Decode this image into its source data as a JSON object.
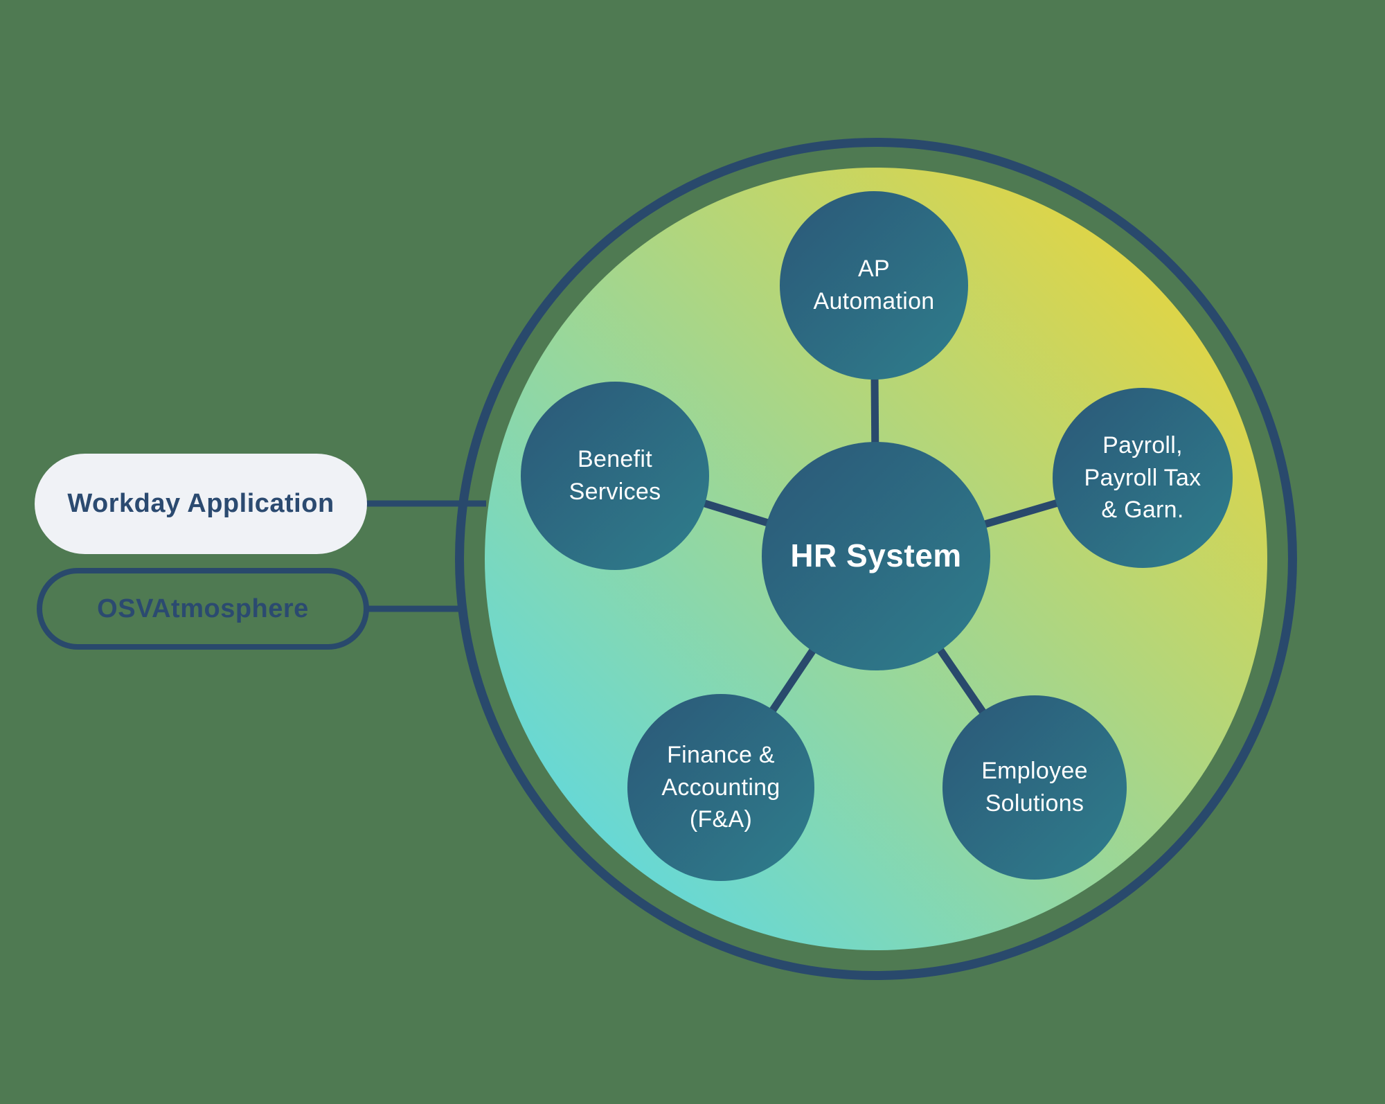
{
  "diagram": {
    "hub": {
      "label": "HR System"
    },
    "satellites": [
      {
        "id": "ap-automation",
        "label": "AP\nAutomation"
      },
      {
        "id": "payroll",
        "label": "Payroll,\nPayroll Tax\n& Garn."
      },
      {
        "id": "employee-solutions",
        "label": "Employee\nSolutions"
      },
      {
        "id": "finance-accounting",
        "label": "Finance &\nAccounting\n(F&A)"
      },
      {
        "id": "benefit-services",
        "label": "Benefit\nServices"
      }
    ],
    "legend": [
      {
        "id": "workday-application",
        "label": "Workday Application",
        "style": "solid-pill"
      },
      {
        "id": "osv-atmosphere",
        "label": "OSVAtmosphere",
        "style": "outline-pill"
      }
    ],
    "colors": {
      "background": "#4F7A52",
      "navy": "#29496C",
      "pill_fill": "#F0F2F6",
      "pill_text": "#2B4A70",
      "big_circle_gradient_start": "#4FD9F2",
      "big_circle_gradient_end": "#F6D42B",
      "node_gradient_start": "#2B5878",
      "node_gradient_end": "#2F7E8C",
      "node_text": "#FFFFFF"
    }
  }
}
